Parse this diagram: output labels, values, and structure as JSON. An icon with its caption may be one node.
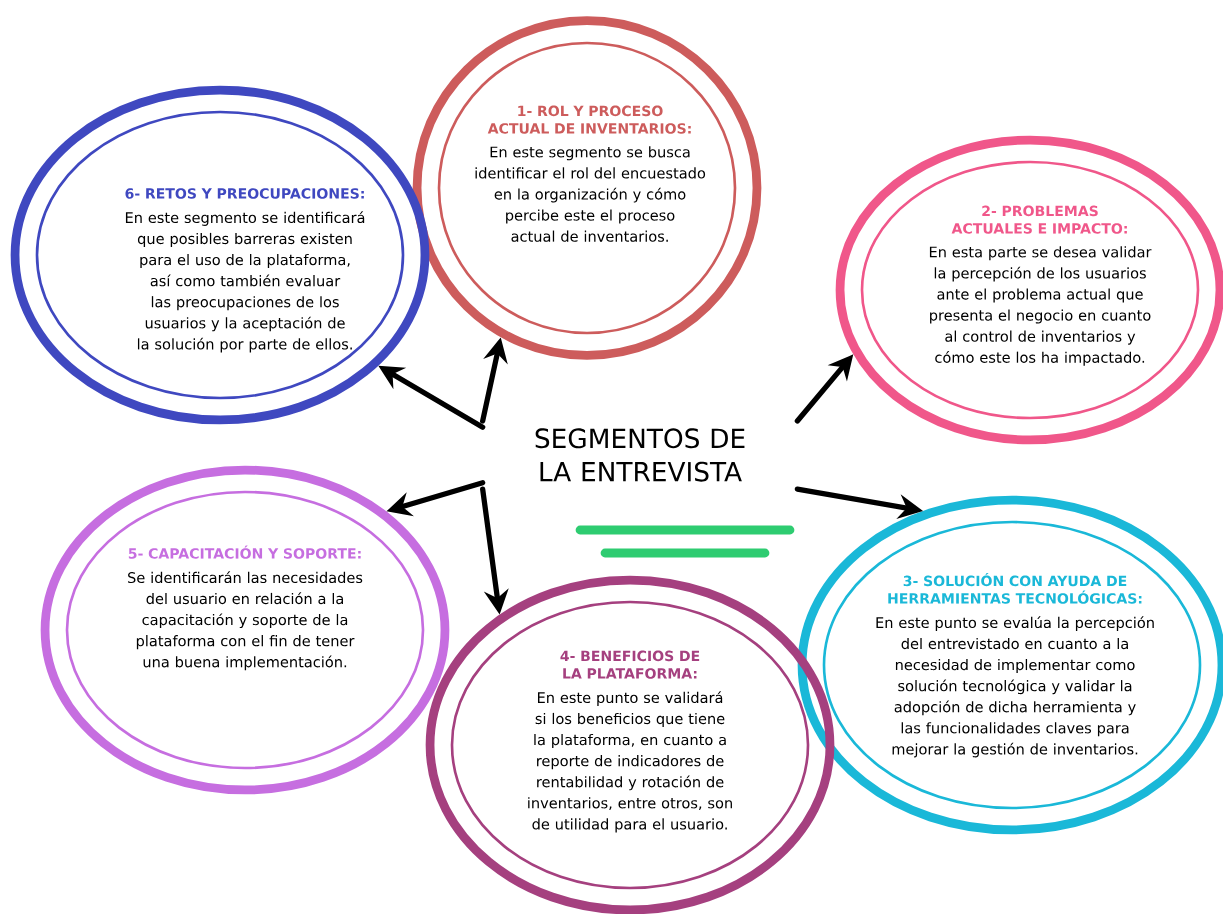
{
  "diagram": {
    "nodes": [
      {
        "text": [
          "SEGMENTOS DE LA ENTREVISTA"
        ]
      },
      {
        "text": [
          "1- ROL Y PROCESO ACTUAL DE INVENTARIOS:",
          "En este segmento se busca identificar el rol del encuestado en la organización y cómo percibe este el proceso actual de inventarios."
        ]
      },
      {
        "text": [
          "2- PROBLEMAS ACTUALES E IMPACTO:",
          "En esta parte se desea validar la percepción de los usuarios ante el problema actual que presenta el negocio en cuanto al control de inventarios y cómo este los ha impactado."
        ]
      },
      {
        "text": [
          "3- SOLUCIÓN CON AYUDA DE HERRAMIENTAS TECNOLÓGICAS:",
          "En este punto se evalúa la percepción del entrevistado en cuanto a la necesidad de implementar como solución tecnológica y validar la adopción de dicha herramienta y las funcionalidades claves para mejorar la gestión de inventarios."
        ]
      },
      {
        "text": [
          "4- BENEFICIOS DE LA PLATAFORMA:",
          "En este punto se validará si los beneficios que tiene la plataforma, en cuanto a reporte de indicadores de rentabilidad y rotación de inventarios, entre otros, son de utilidad para el usuario."
        ]
      },
      {
        "text": [
          "5- CAPACITACIÓN Y SOPORTE:",
          "Se identificarán las necesidades del usuario en relación a la capacitación y soporte de la plataforma con el fin de tener una buena implementación."
        ]
      },
      {
        "text": [
          "6- RETOS Y PREOCUPACIONES:",
          "En este segmento se identificará que posibles barreras existen para el uso de la plataforma, así como también evaluar las preocupaciones de los usuarios y la aceptación de la solución por parte de ellos."
        ]
      }
    ],
    "edges": [
      {
        "from": 0,
        "to": 1,
        "arrow": "to"
      },
      {
        "from": 0,
        "to": 2,
        "arrow": "to"
      },
      {
        "from": 0,
        "to": 3,
        "arrow": "to"
      },
      {
        "from": 0,
        "to": 4,
        "arrow": "to"
      },
      {
        "from": 0,
        "to": 5,
        "arrow": "to"
      },
      {
        "from": 0,
        "to": 6,
        "arrow": "to"
      }
    ]
  }
}
